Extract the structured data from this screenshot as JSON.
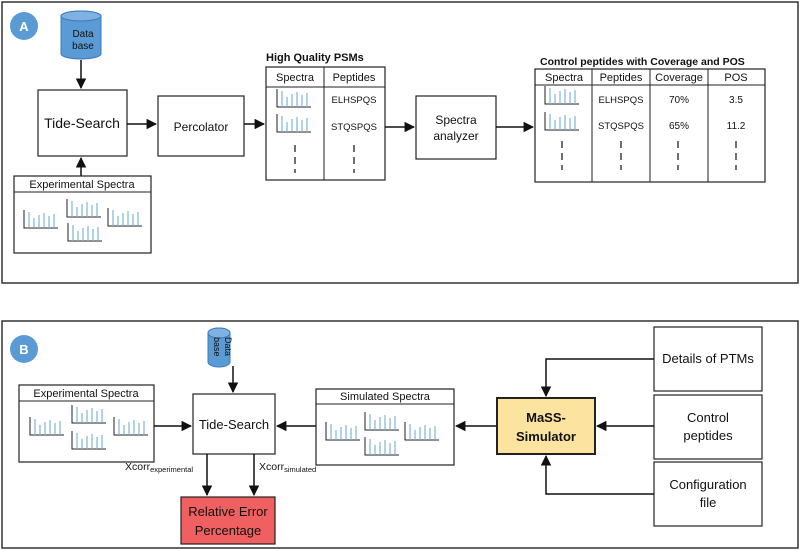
{
  "panel_a": {
    "label": "A",
    "database": [
      "Data",
      "base"
    ],
    "tide_search": "Tide-Search",
    "percolator": "Percolator",
    "experimental_spectra": "Experimental Spectra",
    "psm_title": "High Quality PSMs",
    "psm_headers": [
      "Spectra",
      "Peptides"
    ],
    "psm_rows": [
      "ELHSPQS",
      "STQSPQS"
    ],
    "analyzer": [
      "Spectra",
      "analyzer"
    ],
    "control_title": "Control peptides with Coverage and POS",
    "control_headers": [
      "Spectra",
      "Peptides",
      "Coverage",
      "POS"
    ],
    "control_rows": [
      {
        "peptide": "ELHSPQS",
        "coverage": "70%",
        "pos": "3.5"
      },
      {
        "peptide": "STQSPQS",
        "coverage": "65%",
        "pos": "11.2"
      }
    ]
  },
  "panel_b": {
    "label": "B",
    "database": [
      "Data",
      "base"
    ],
    "experimental_spectra": "Experimental Spectra",
    "tide_search": "Tide-Search",
    "simulated_spectra": "Simulated Spectra",
    "simulator": [
      "MaSS-",
      "Simulator"
    ],
    "ptms": "Details of PTMs",
    "control": [
      "Control",
      "peptides"
    ],
    "config": [
      "Configuration",
      "file"
    ],
    "xcorr_exp": {
      "base": "Xcorr",
      "sub": "experimental"
    },
    "xcorr_sim": {
      "base": "Xcorr",
      "sub": "simulated"
    },
    "error": [
      "Relative Error",
      "Percentage"
    ]
  },
  "colors": {
    "badge": "#5b9bd5",
    "database": "#5b9bd5",
    "simulator_fill": "#fde3a0",
    "error_fill": "#f06060",
    "spectrum_line": "#7fb3d5"
  }
}
